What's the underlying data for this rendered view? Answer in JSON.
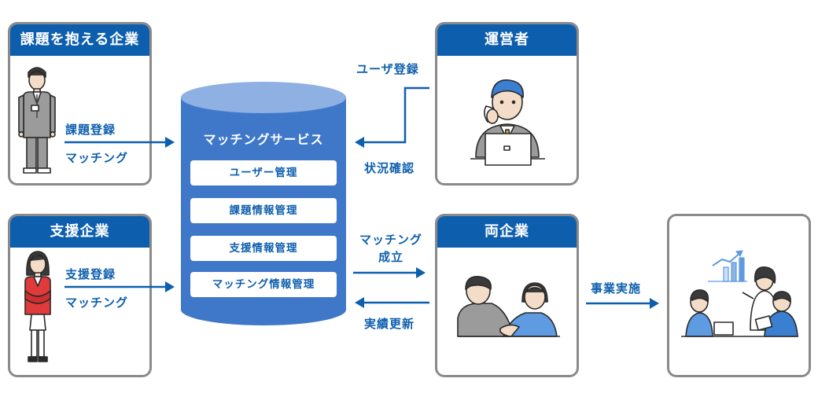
{
  "boxes": {
    "problem_company": {
      "title": "課題を抱える企業",
      "labels": [
        "課題登録",
        "マッチング"
      ]
    },
    "support_company": {
      "title": "支援企業",
      "labels": [
        "支援登録",
        "マッチング"
      ]
    },
    "operator": {
      "title": "運営者"
    },
    "both_companies": {
      "title": "両企業"
    }
  },
  "service": {
    "title": "マッチングサービス",
    "items": [
      "ユーザー管理",
      "課題情報管理",
      "支援情報管理",
      "マッチング情報管理"
    ]
  },
  "flows": {
    "user_registration": "ユーザ登録",
    "status_check": "状況確認",
    "matching_established": [
      "マッチング",
      "成立"
    ],
    "results_update": "実績更新",
    "business_execution": "事業実施"
  },
  "colors": {
    "primary": "#0d5fae",
    "cylinder": "#3f78c9",
    "cylinder_top": "#8eb0e3",
    "border": "#8a8a8a"
  }
}
